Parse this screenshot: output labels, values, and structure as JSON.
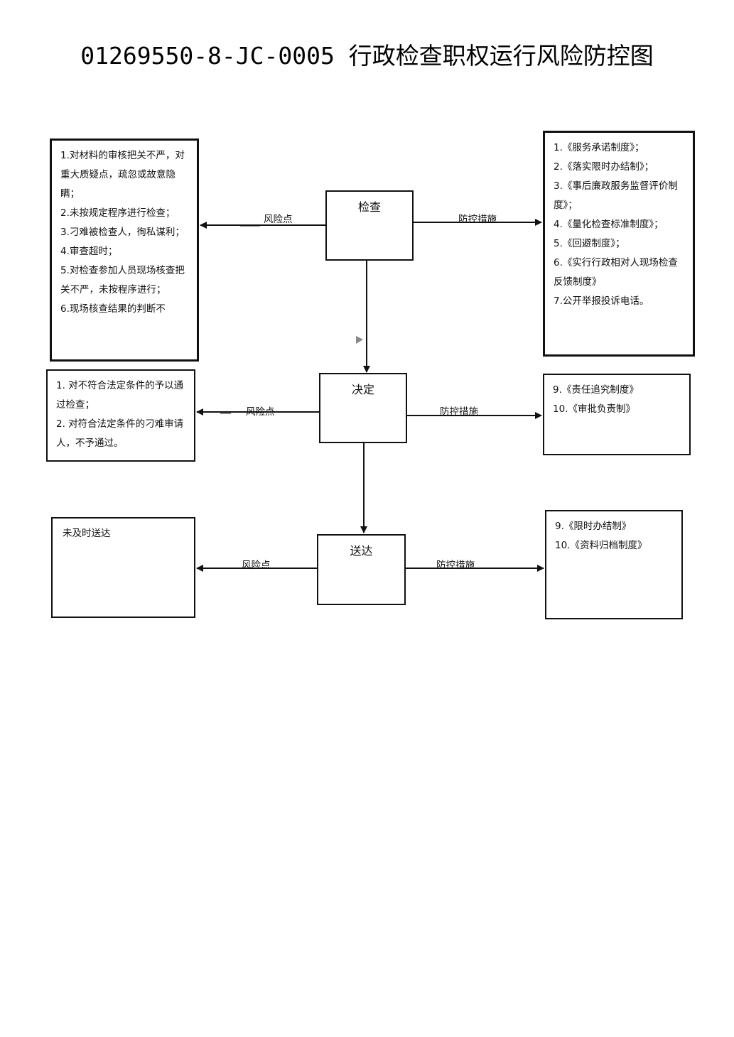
{
  "title": "01269550-8-JC-0005 行政检查职权运行风险防控图",
  "nodes": [
    {
      "label": "检查"
    },
    {
      "label": "决定"
    },
    {
      "label": "送达"
    }
  ],
  "edge_labels": {
    "risk": "风险点",
    "control": "防控措施"
  },
  "risks": [
    [
      "1.对材料的审核把关不严，对重大质疑点，疏忽或故意隐瞒；",
      "2.未按规定程序进行检查；",
      "3.刁难被检查人，徇私谋利；",
      "4.审查超时；",
      "5.对检查参加人员现场核查把关不严，未按程序进行；",
      "6.现场核查结果的判断不"
    ],
    [
      "1. 对不符合法定条件的予以通过检查；",
      "2. 对符合法定条件的刁难审请人，不予通过。"
    ],
    [
      "未及时送达"
    ]
  ],
  "controls": [
    [
      "1.《服务承诺制度》；",
      "2.《落实限时办结制》；",
      "3.《事后廉政服务监督评价制度》；",
      "4.《量化检查标准制度》；",
      "5.《回避制度》；",
      "6.《实行行政相对人现场检查反馈制度》",
      "7.公开举报投诉电话。"
    ],
    [
      "9.《责任追究制度》",
      "10.《审批负责制》"
    ],
    [
      "9.《限时办结制》",
      "10.《资料归档制度》"
    ]
  ]
}
